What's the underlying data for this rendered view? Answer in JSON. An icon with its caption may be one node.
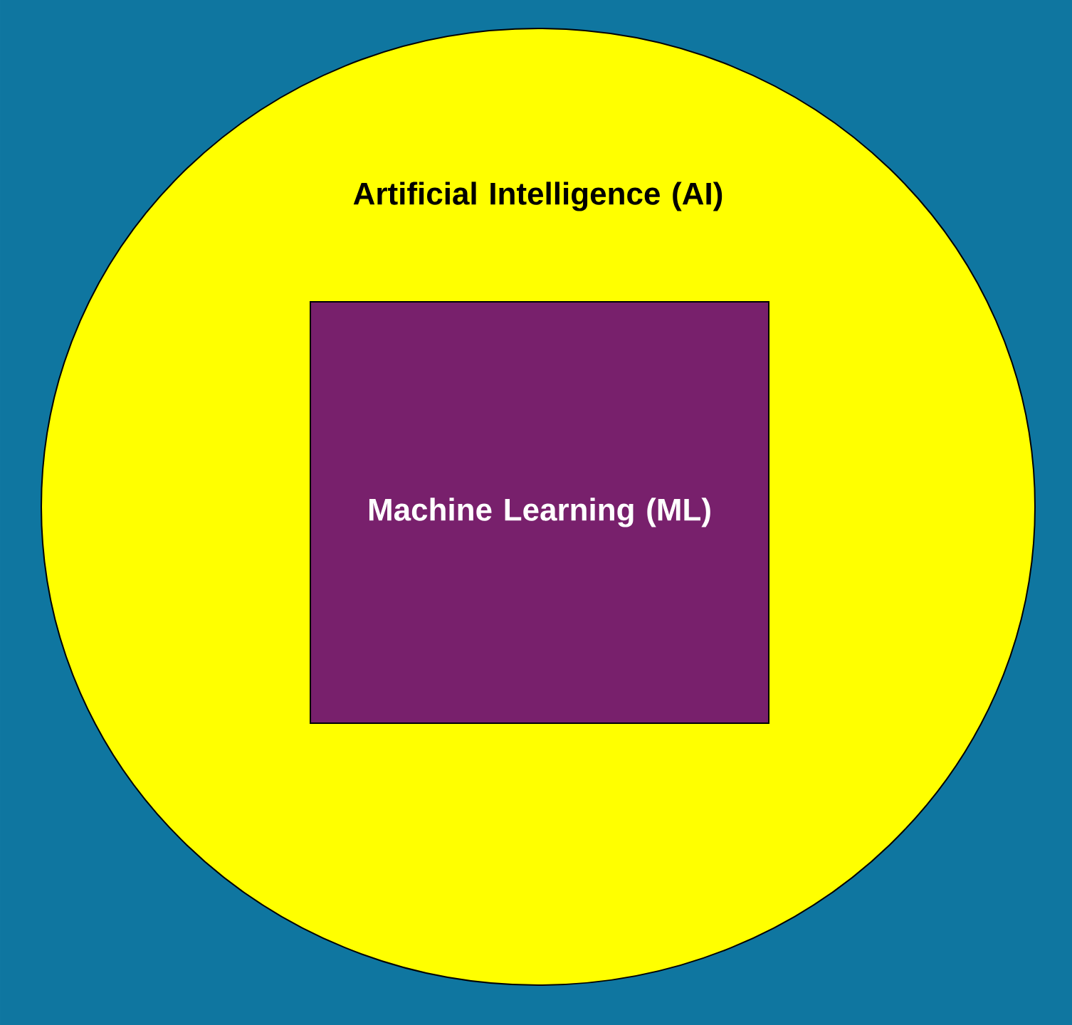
{
  "diagram": {
    "nodes": [
      {
        "text": [
          "Artificial Intelligence (AI)"
        ]
      },
      {
        "text": [
          "Machine Learning (ML)"
        ],
        "in": 0
      }
    ]
  }
}
